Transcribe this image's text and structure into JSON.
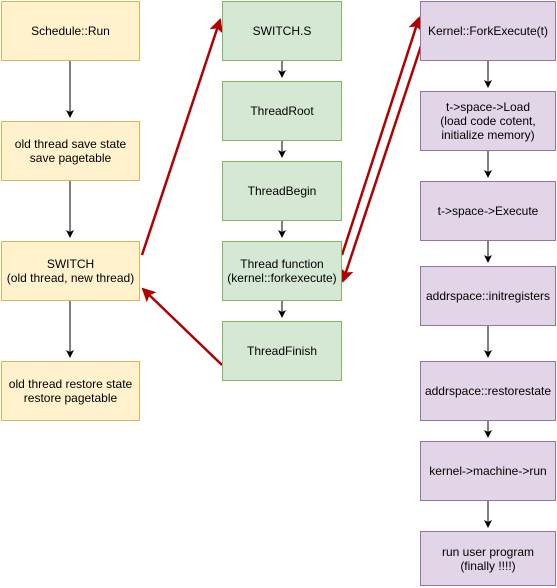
{
  "nodes": {
    "schedule_run": "Schedule::Run",
    "old_save": "old thread save state\nsave pagetable",
    "switch_call": "SWITCH\n(old thread, new thread)",
    "old_restore": "old thread restore state\nrestore pagetable",
    "switch_s": "SWITCH.S",
    "thread_root": "ThreadRoot",
    "thread_begin": "ThreadBegin",
    "thread_function": "Thread function\n(kernel::forkexecute)",
    "thread_finish": "ThreadFinish",
    "fork_execute": "Kernel::ForkExecute(t)",
    "space_load": "t->space->Load\n(load code cotent,\ninitialize memory)",
    "space_execute": "t->space->Execute",
    "init_registers": "addrspace::initregisters",
    "restore_state": "addrspace::restorestate",
    "machine_run": "kernel->machine->run",
    "run_user": "run user program\n(finally !!!!)"
  },
  "colors": {
    "yellow_fill": "#fff2cc",
    "yellow_stroke": "#d6b656",
    "green_fill": "#d5e8d4",
    "green_stroke": "#82b366",
    "purple_fill": "#e1d5e7",
    "purple_stroke": "#9673a6",
    "control_flow": "#000000",
    "context_switch": "#b20000"
  }
}
